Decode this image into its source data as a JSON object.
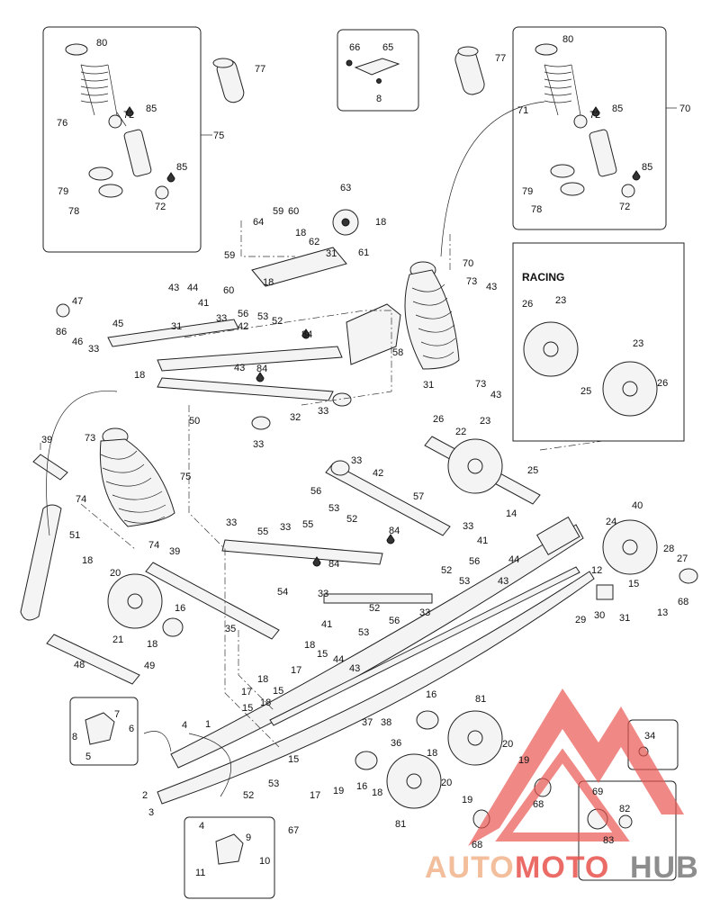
{
  "section_title": "RACING",
  "watermark": {
    "part1": "AUTO",
    "part2": "MOTO",
    "part3": "HUB",
    "color_orange": "#f2b38a",
    "color_red": "#e8534c",
    "color_grey": "#7a7a7a"
  },
  "callouts": {
    "p80a": "80",
    "p77a": "77",
    "p76": "76",
    "p72a": "72",
    "p85a": "85",
    "p75a": "75",
    "p85b": "85",
    "p79a": "79",
    "p78a": "78",
    "p72b": "72",
    "p66": "66",
    "p65": "65",
    "p8a": "8",
    "p80b": "80",
    "p77b": "77",
    "p71": "71",
    "p72c": "72",
    "p85c": "85",
    "p70a": "70",
    "p85d": "85",
    "p79b": "79",
    "p78b": "78",
    "p72d": "72",
    "p63": "63",
    "p64": "64",
    "p59a": "59",
    "p60a": "60",
    "p18a": "18",
    "p18b": "18",
    "p62": "62",
    "p61": "61",
    "p31a": "31",
    "p59b": "59",
    "p60b": "60",
    "p18c": "18",
    "p56a": "56",
    "p53a": "53",
    "p52a": "52",
    "p58": "58",
    "p70b": "70",
    "p73a": "73",
    "p43a": "43",
    "p43b": "43",
    "p44a": "44",
    "p41a": "41",
    "p33a": "33",
    "p42a": "42",
    "p31b": "31",
    "p84a": "84",
    "p47": "47",
    "p86": "86",
    "p46": "46",
    "p33b": "33",
    "p45": "45",
    "p18d": "18",
    "p43c": "43",
    "p84b": "84",
    "p50": "50",
    "p32": "32",
    "p33c": "33",
    "p33d": "33",
    "p31c": "31",
    "p73b": "73",
    "p43d": "43",
    "p26a": "26",
    "p23a": "23",
    "p23b": "23",
    "p25a": "25",
    "p26b": "26",
    "p73c": "73",
    "p75b": "75",
    "p39a": "39",
    "p74a": "74",
    "p26c": "26",
    "p23c": "23",
    "p22": "22",
    "p25b": "25",
    "p33e": "33",
    "p42b": "42",
    "p56b": "56",
    "p53b": "53",
    "p52b": "52",
    "p57": "57",
    "p51": "51",
    "p33f": "33",
    "p55a": "55",
    "p33g": "33",
    "p55b": "55",
    "p33h": "33",
    "p41b": "41",
    "p74b": "74",
    "p39b": "39",
    "p84c": "84",
    "p84d": "84",
    "p56c": "56",
    "p52c": "52",
    "p53c": "53",
    "p14": "14",
    "p24": "24",
    "p40": "40",
    "p28": "28",
    "p27": "27",
    "p44b": "44",
    "p43e": "43",
    "p18e": "18",
    "p20a": "20",
    "p54": "54",
    "p33i": "33",
    "p33j": "33",
    "p12": "12",
    "p15a": "15",
    "p68a": "68",
    "p21": "21",
    "p16a": "16",
    "p18f": "18",
    "p35": "35",
    "p52d": "52",
    "p41c": "41",
    "p53d": "53",
    "p56d": "56",
    "p29": "29",
    "p30": "30",
    "p31d": "31",
    "p13": "13",
    "p18g": "18",
    "p15b": "15",
    "p44c": "44",
    "p43f": "43",
    "p48": "48",
    "p49": "49",
    "p17a": "17",
    "p18h": "18",
    "p15c": "15",
    "p17b": "17",
    "p18i": "18",
    "p15d": "15",
    "p16b": "16",
    "p81a": "81",
    "p7": "7",
    "p8b": "8",
    "p6": "6",
    "p5": "5",
    "p4a": "4",
    "p1": "1",
    "p37": "37",
    "p38": "38",
    "p36": "36",
    "p18j": "18",
    "p20b": "20",
    "p19a": "19",
    "p34": "34",
    "p15e": "15",
    "p17c": "17",
    "p19b": "19",
    "p16c": "16",
    "p18k": "18",
    "p20c": "20",
    "p19c": "19",
    "p68b": "68",
    "p69": "69",
    "p82": "82",
    "p2": "2",
    "p53e": "53",
    "p3": "3",
    "p52e": "52",
    "p67": "67",
    "p81b": "81",
    "p83": "83",
    "p68c": "68",
    "p4b": "4",
    "p9": "9",
    "p10": "10",
    "p11": "11"
  }
}
